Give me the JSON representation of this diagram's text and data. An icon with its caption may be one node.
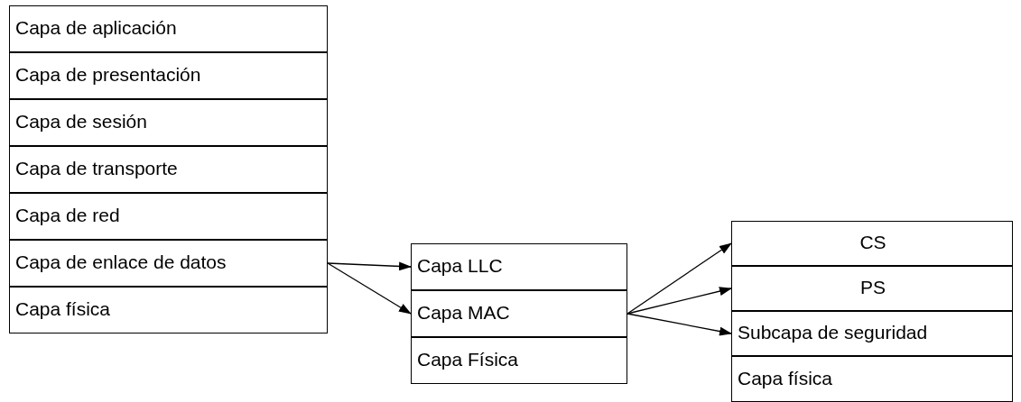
{
  "diagram": {
    "nodes": [
      {
        "text": [
          "Capa de aplicación"
        ]
      },
      {
        "text": [
          "Capa de presentación"
        ]
      },
      {
        "text": [
          "Capa de sesión"
        ]
      },
      {
        "text": [
          "Capa de transporte"
        ]
      },
      {
        "text": [
          "Capa de red"
        ]
      },
      {
        "text": [
          "Capa de enlace de datos"
        ]
      },
      {
        "text": [
          "Capa física"
        ]
      },
      {
        "text": [
          "Capa LLC"
        ]
      },
      {
        "text": [
          "Capa MAC"
        ]
      },
      {
        "text": [
          "Capa Física"
        ]
      },
      {
        "text": [
          "CS"
        ]
      },
      {
        "text": [
          "PS"
        ]
      },
      {
        "text": [
          "Subcapa de seguridad"
        ]
      },
      {
        "text": [
          "Capa física"
        ]
      }
    ],
    "edges": [
      {
        "from": 5,
        "to": 7,
        "arrow": "to"
      },
      {
        "from": 5,
        "to": 8,
        "arrow": "to"
      },
      {
        "from": 8,
        "to": 10,
        "arrow": "to"
      },
      {
        "from": 8,
        "to": 11,
        "arrow": "to"
      },
      {
        "from": 8,
        "to": 12,
        "arrow": "to"
      }
    ]
  }
}
